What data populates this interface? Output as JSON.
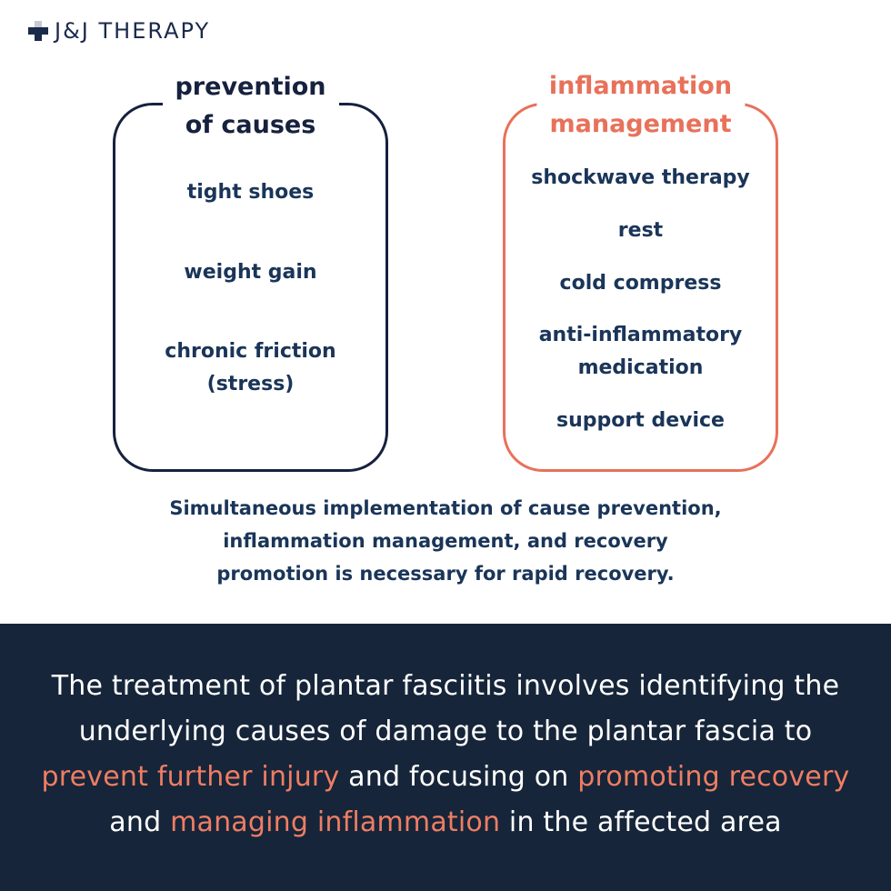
{
  "brand": {
    "name": "J&J THERAPY"
  },
  "left_box": {
    "title_line1": "prevention",
    "title_line2": "of causes",
    "items": [
      "tight shoes",
      "weight gain",
      "chronic friction",
      "(stress)"
    ]
  },
  "right_box": {
    "title_line1": "inflammation",
    "title_line2": "management",
    "items": [
      "shockwave therapy",
      "rest",
      "cold compress",
      "anti-inflammatory",
      "medication",
      "support device"
    ]
  },
  "summary": {
    "line1": "Simultaneous implementation of cause prevention,",
    "line2": "inflammation management, and recovery",
    "line3": "promotion is necessary for rapid recovery."
  },
  "footer": {
    "line1": "The treatment of plantar fasciitis involves identifying the",
    "line2": "underlying causes of damage to the plantar fascia to",
    "hl1": "prevent further injury",
    "mid": " and focusing on ",
    "hl2": "promoting recovery",
    "and": "and ",
    "hl3": "managing inflammation",
    "end": " in the affected area"
  },
  "colors": {
    "navy": "#16213e",
    "coral": "#e8715a",
    "text_blue": "#1a3558",
    "footer_bg": "#162539"
  }
}
